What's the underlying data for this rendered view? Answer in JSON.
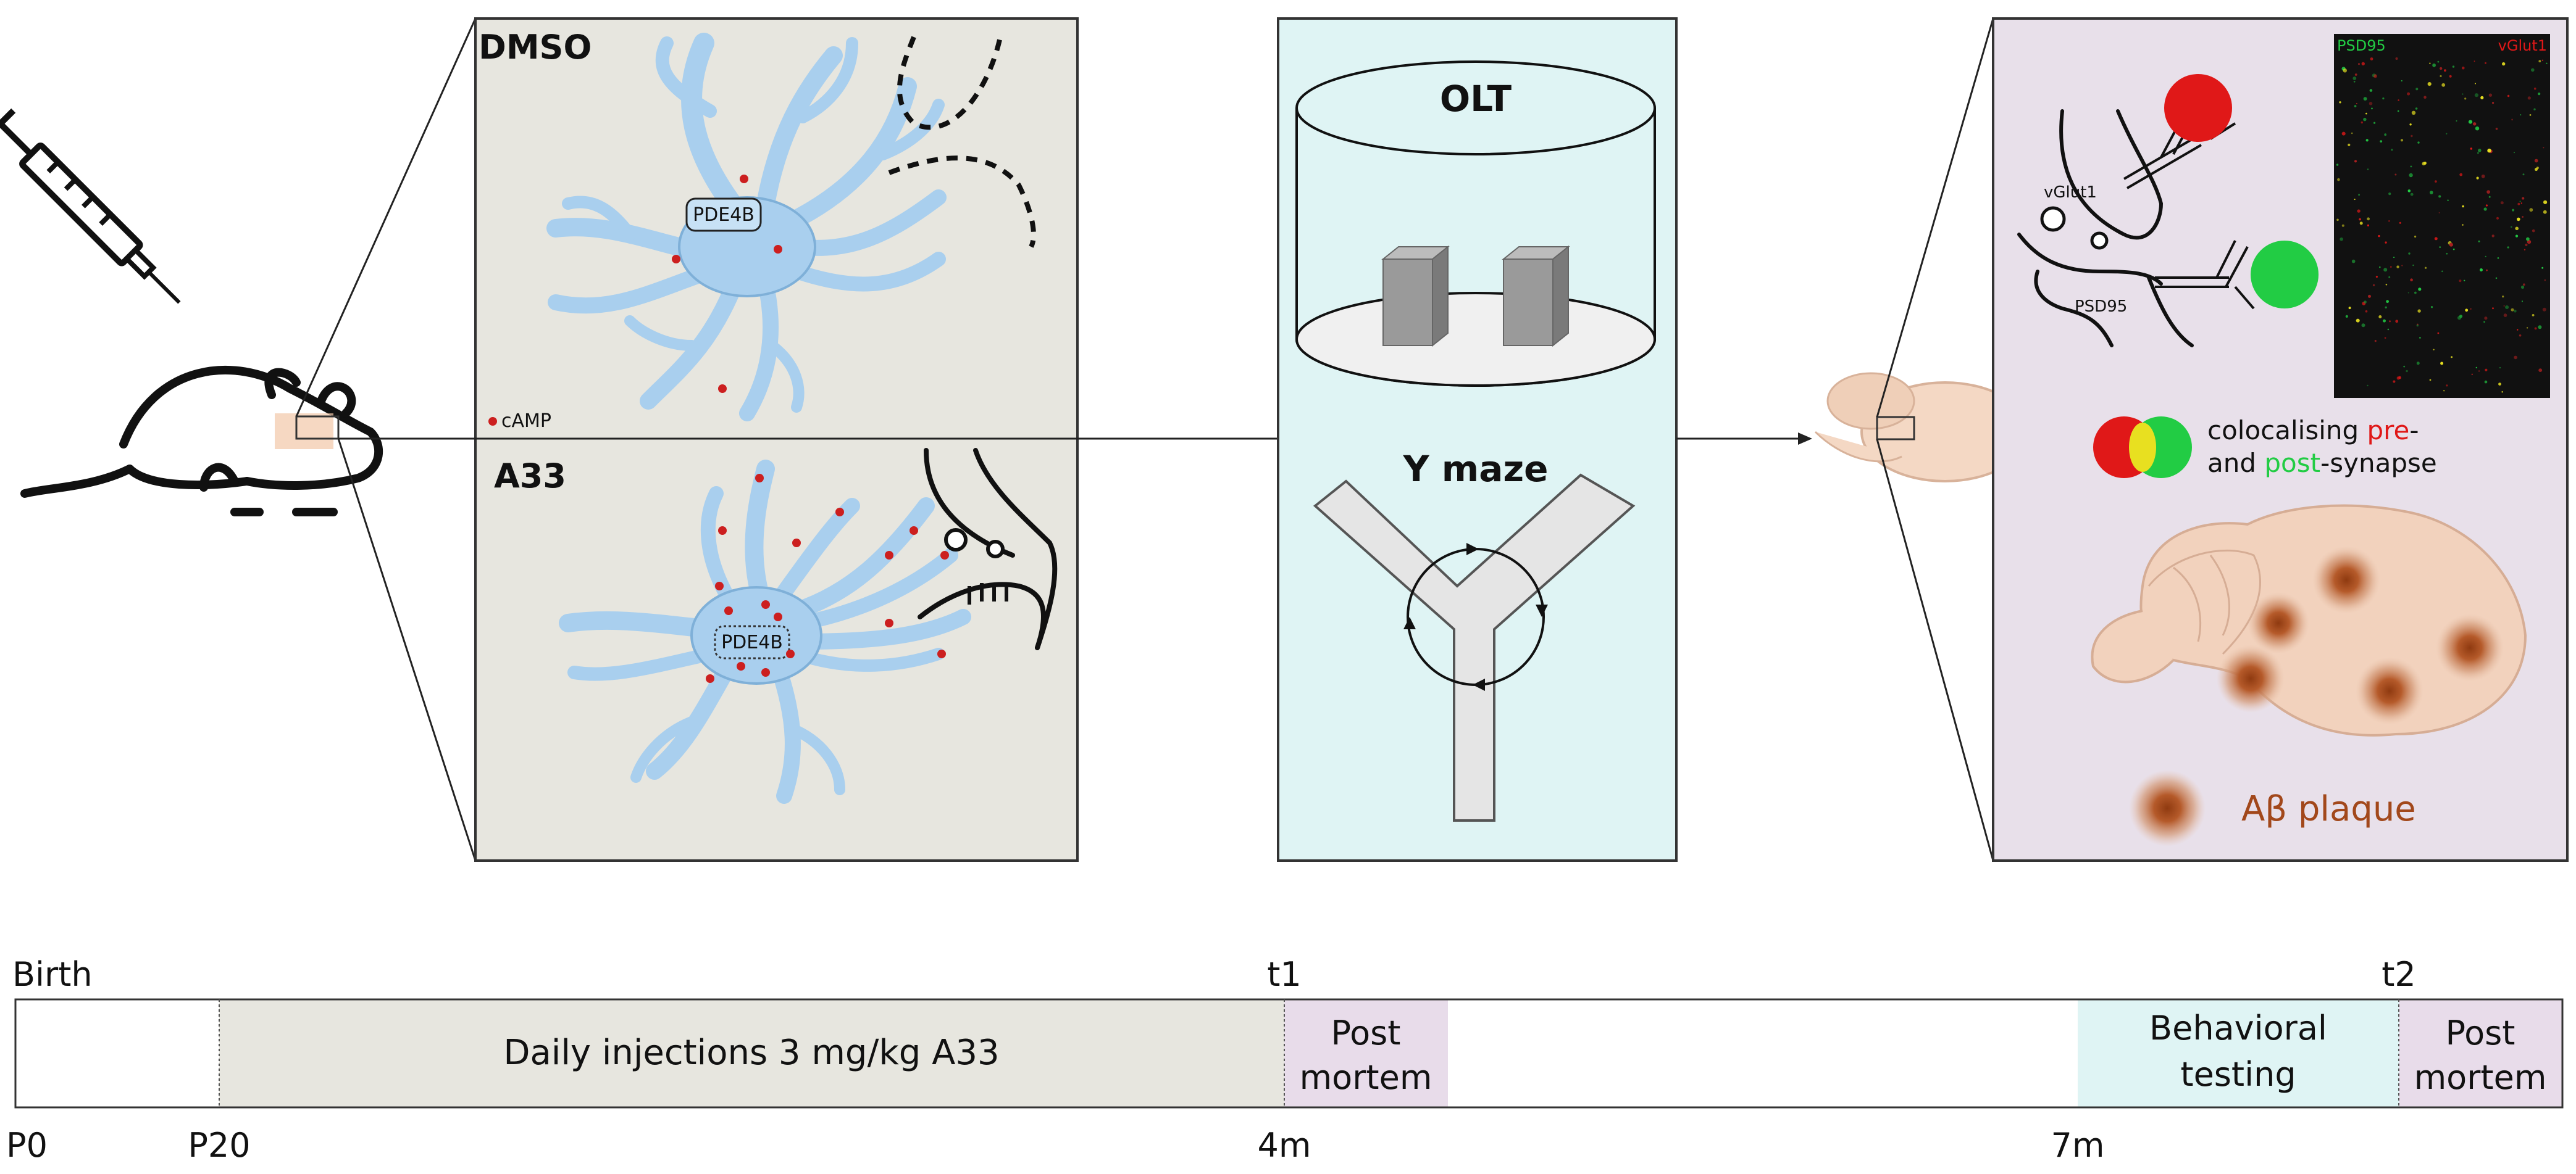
{
  "panels": {
    "dmso": {
      "title": "DMSO",
      "enzyme": "PDE4B",
      "legend": "cAMP"
    },
    "a33": {
      "title": "A33",
      "enzyme": "PDE4B"
    },
    "behavior": {
      "olt": "OLT",
      "ymaze": "Y maze"
    },
    "histology": {
      "pre_label": "vGlut1",
      "post_label": "PSD95",
      "micro_left": "PSD95",
      "micro_right": "vGlut1",
      "coloc_line1_start": "colocalising ",
      "coloc_line1_pre": "pre",
      "coloc_line1_end": "-",
      "coloc_line2_start": "and ",
      "coloc_line2_post": "post",
      "coloc_line2_end": "-synapse",
      "plaque_label": "Aβ plaque"
    }
  },
  "timeline": {
    "birth": "Birth",
    "t1": "t1",
    "t2": "t2",
    "injections": "Daily injections 3 mg/kg A33",
    "postmortem1_line1": "Post",
    "postmortem1_line2": "mortem",
    "behavioral_line1": "Behavioral",
    "behavioral_line2": "testing",
    "postmortem2_line1": "Post",
    "postmortem2_line2": "mortem",
    "ticks": {
      "p0": "P0",
      "p20": "P20",
      "m4": "4m",
      "m7": "7m"
    }
  },
  "colors": {
    "neuron_panel": "#e7e6df",
    "behavior_panel": "#dff4f4",
    "histology_panel": "#e8e0ea",
    "injections": "#e7e6df",
    "postmortem": "#e8dcea",
    "behavioral": "#dff4f4",
    "neuron": "#a9cfee",
    "camp": "#cc1f1f",
    "pre_red": "#e01818",
    "post_green": "#22cc44",
    "plaque": "#a2481b"
  }
}
